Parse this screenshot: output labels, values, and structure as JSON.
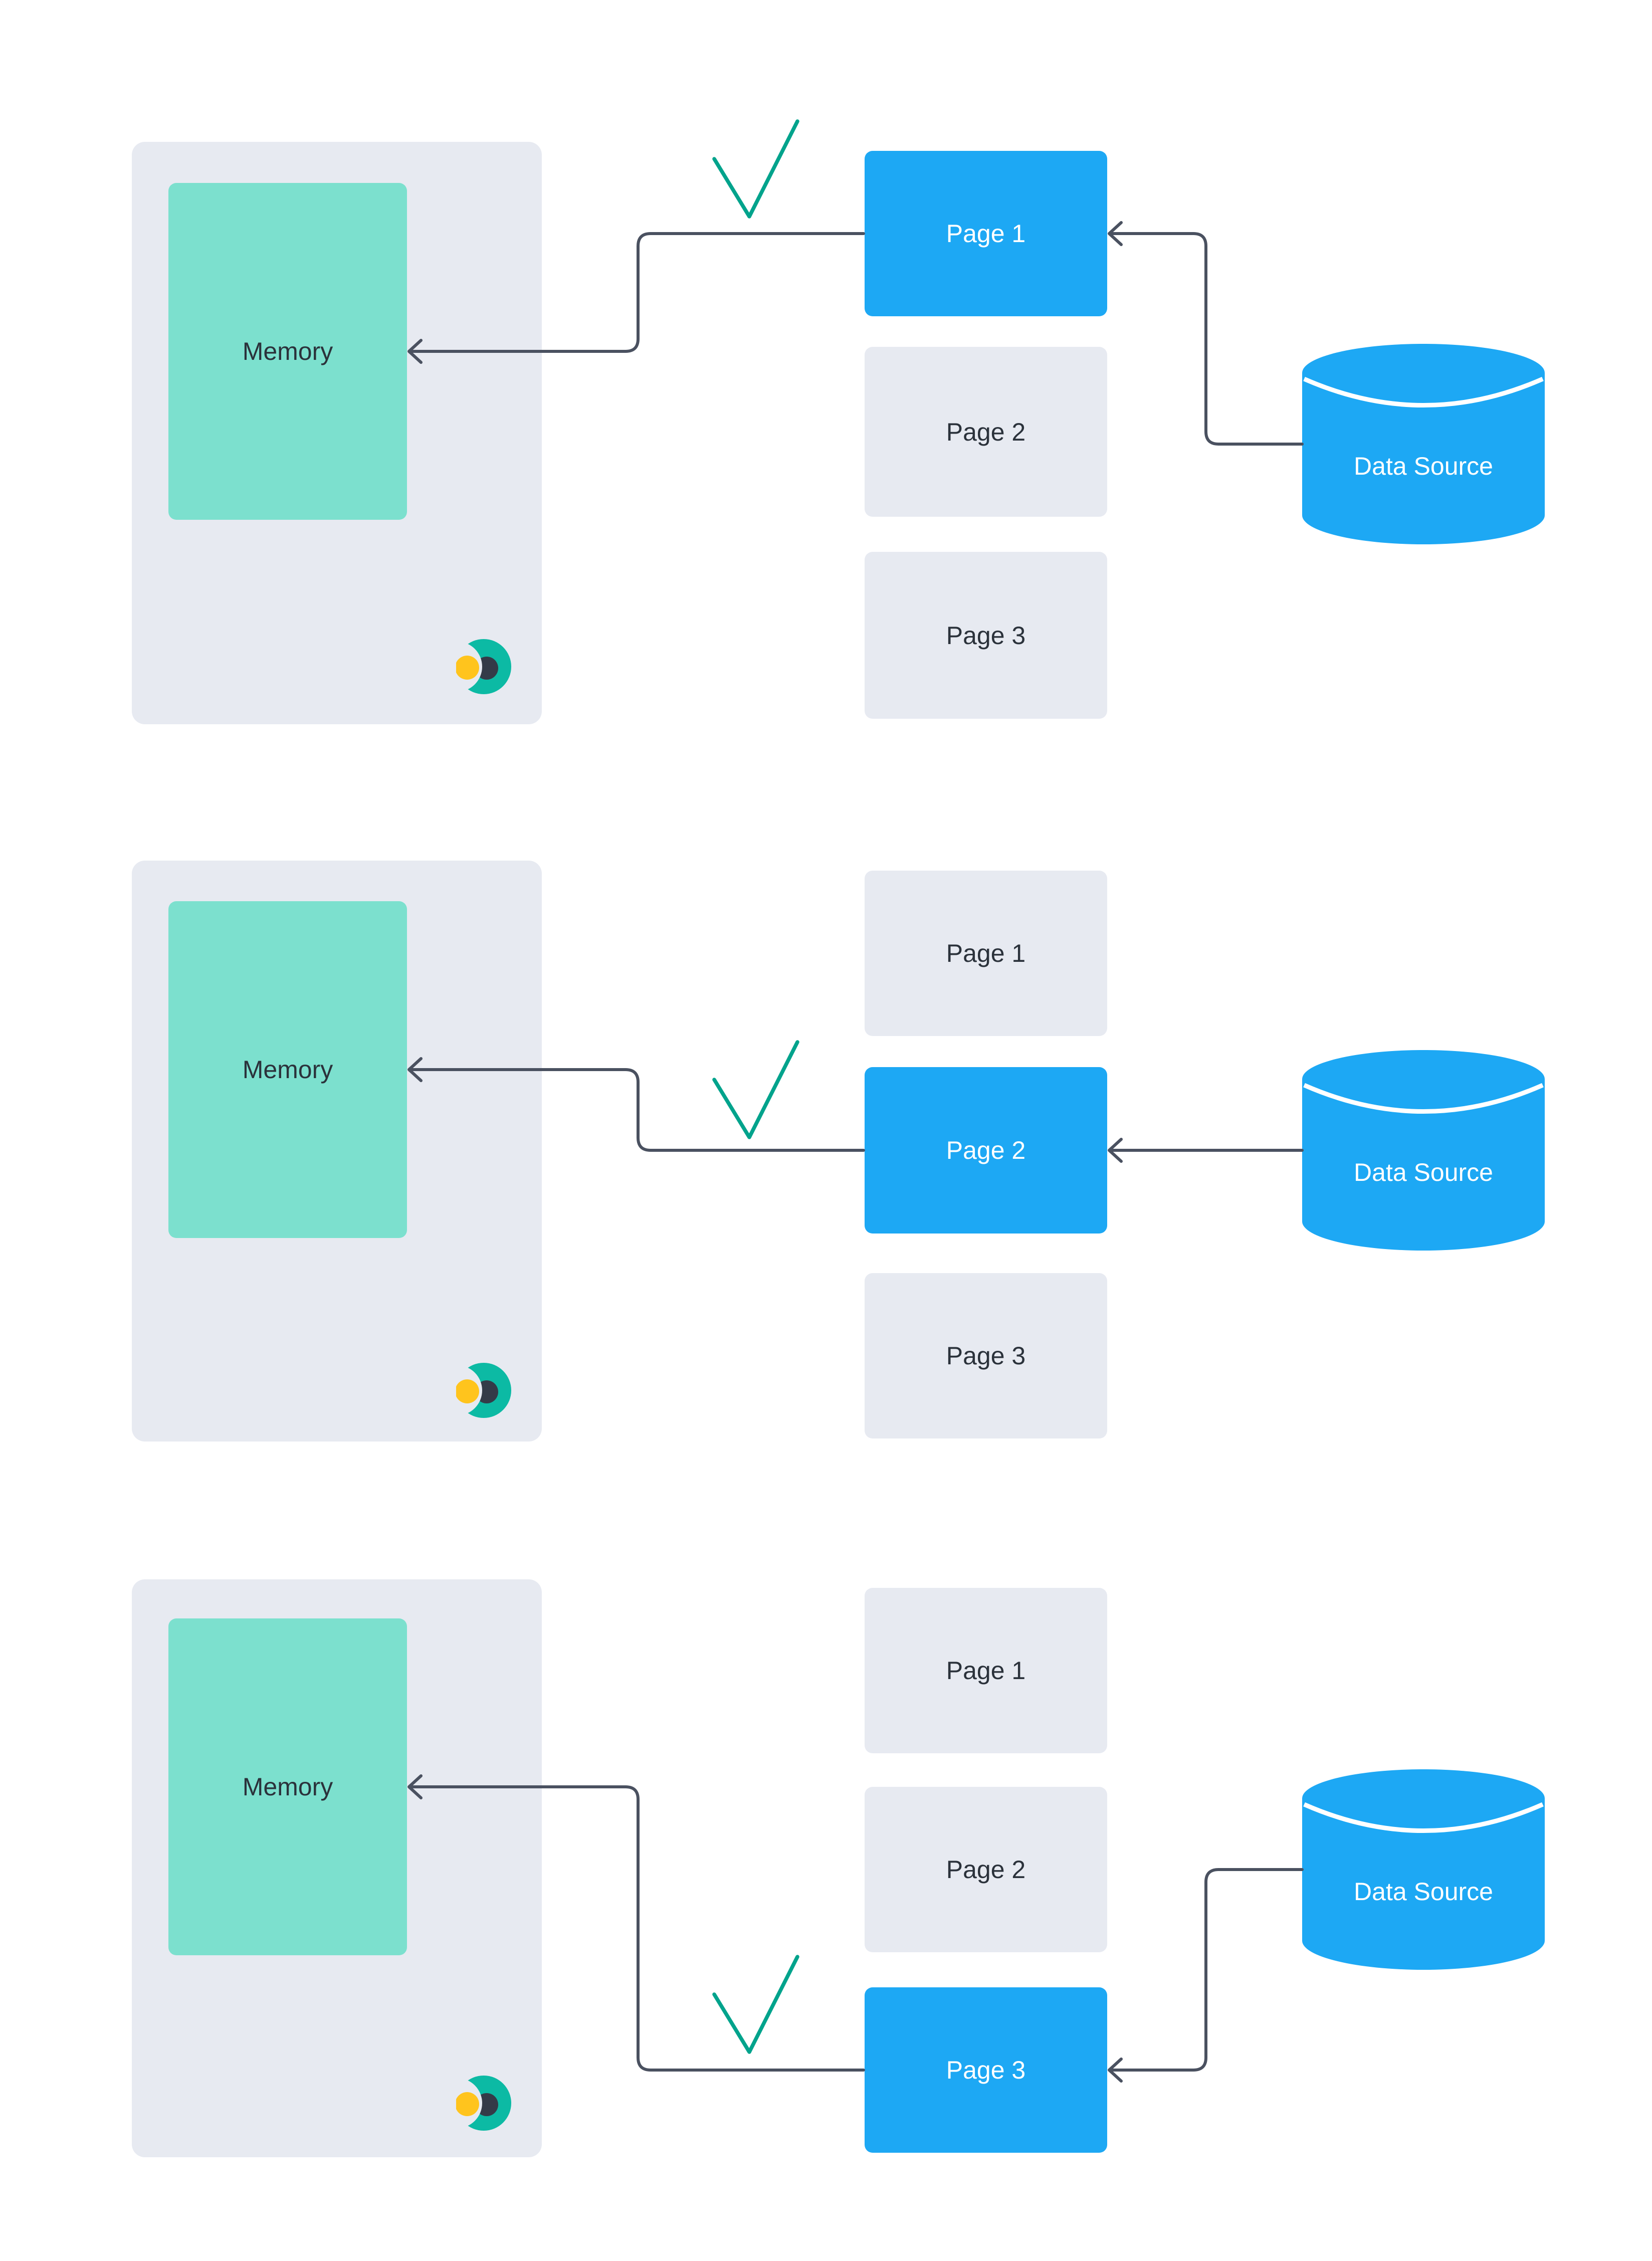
{
  "colors": {
    "accent_blue": "#1DA8F4",
    "panel_gray": "#E7EAF1",
    "memory_teal": "#7CE0CE",
    "arrow_slate": "#4A5160",
    "check_teal": "#00A38C",
    "logo_teal": "#0CBAA4",
    "logo_dark": "#343B48",
    "logo_yellow": "#FFC41D",
    "text_dark": "#2B323B",
    "text_light": "#FFFFFF"
  },
  "rows": [
    {
      "step": "step-1",
      "memory": {
        "label": "Memory"
      },
      "pages": [
        {
          "label": "Page 1",
          "state": "loaded"
        },
        {
          "label": "Page 2",
          "state": "idle"
        },
        {
          "label": "Page 3",
          "state": "idle"
        }
      ],
      "data_source": {
        "label": "Data Source"
      },
      "highlighted_page": "Page 1"
    },
    {
      "step": "step-2",
      "memory": {
        "label": "Memory"
      },
      "pages": [
        {
          "label": "Page 1",
          "state": "idle"
        },
        {
          "label": "Page 2",
          "state": "loaded"
        },
        {
          "label": "Page 3",
          "state": "idle"
        }
      ],
      "data_source": {
        "label": "Data Source"
      },
      "highlighted_page": "Page 2"
    },
    {
      "step": "step-3",
      "memory": {
        "label": "Memory"
      },
      "pages": [
        {
          "label": "Page 1",
          "state": "idle"
        },
        {
          "label": "Page 2",
          "state": "idle"
        },
        {
          "label": "Page 3",
          "state": "loaded"
        }
      ],
      "data_source": {
        "label": "Data Source"
      },
      "highlighted_page": "Page 3"
    }
  ]
}
